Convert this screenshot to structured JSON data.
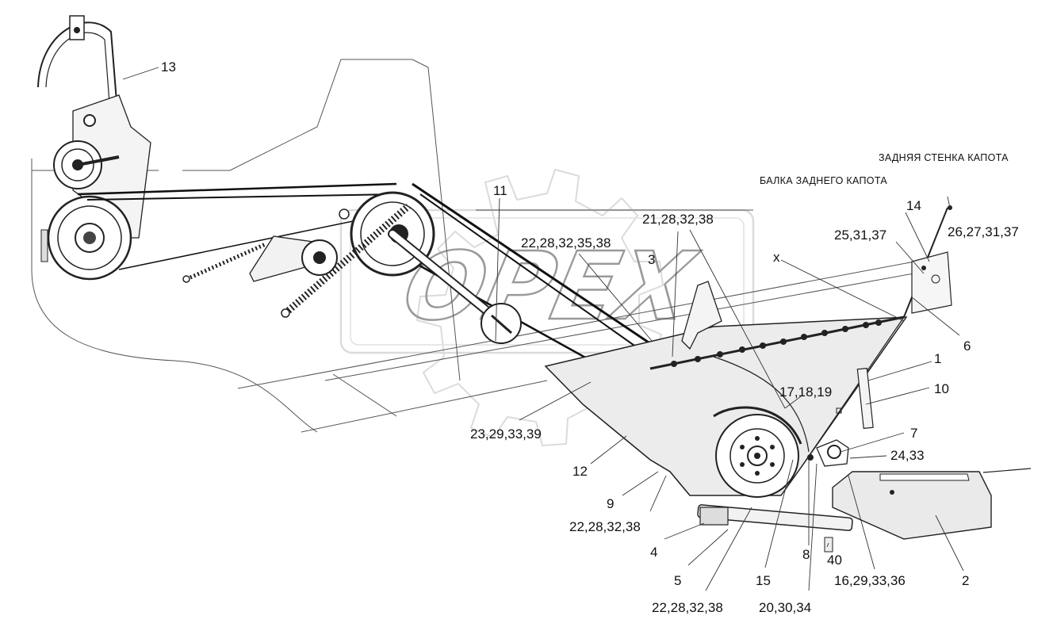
{
  "watermark": "OPEX",
  "notes": {
    "rear_wall": "ЗАДНЯЯ СТЕНКА КАПОТА",
    "rear_beam": "БАЛКА ЗАДНЕГО КАПОТА",
    "x_mark": "x"
  },
  "callouts": {
    "c13": "13",
    "c11": "11",
    "c21": "21,28,32,38",
    "c22a": "22,28,32,35,38",
    "c3": "3",
    "c14": "14",
    "c25": "25,31,37",
    "c26": "26,27,31,37",
    "c6": "6",
    "c1": "1",
    "c10": "10",
    "c17": "17,18,19",
    "c7": "7",
    "c24": "24,33",
    "c23": "23,29,33,39",
    "c12": "12",
    "c9": "9",
    "c22b": "22,28,32,38",
    "c4": "4",
    "c5": "5",
    "c22c": "22,28,32,38",
    "c15": "15",
    "c8": "8",
    "c40": "40",
    "c20": "20,30,34",
    "c16": "16,29,33,36",
    "c2": "2"
  }
}
